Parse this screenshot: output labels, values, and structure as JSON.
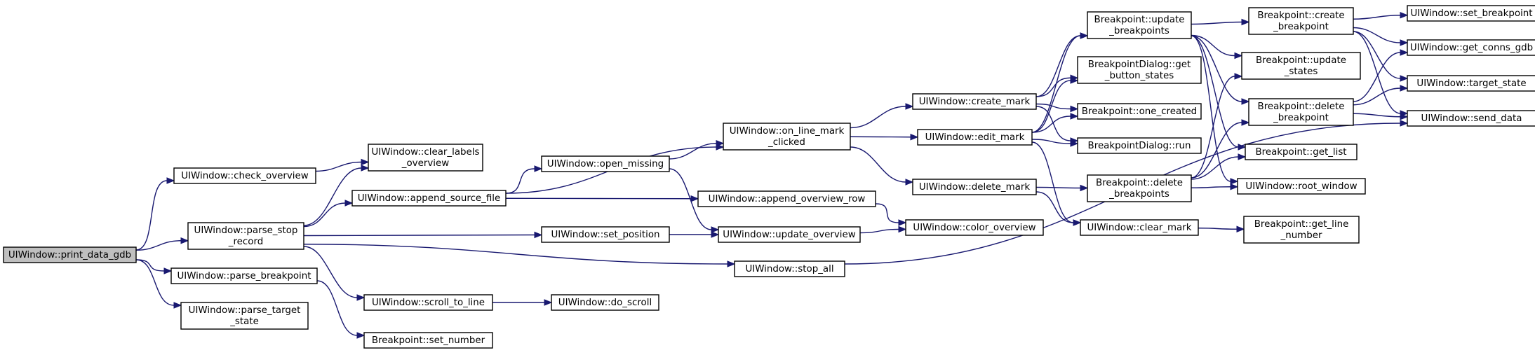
{
  "graph": {
    "colors": {
      "edge": "#191970",
      "root_fill": "#bfbfbf",
      "node_fill": "#ffffff",
      "border": "#000000"
    },
    "nodes": [
      {
        "id": "print_data_gdb",
        "lines": [
          "UIWindow::print_data_gdb"
        ],
        "root": true
      },
      {
        "id": "check_overview",
        "lines": [
          "UIWindow::check_overview"
        ]
      },
      {
        "id": "parse_stop_record",
        "lines": [
          "UIWindow::parse_stop",
          "_record"
        ]
      },
      {
        "id": "parse_breakpoint",
        "lines": [
          "UIWindow::parse_breakpoint"
        ]
      },
      {
        "id": "parse_target_state",
        "lines": [
          "UIWindow::parse_target",
          "_state"
        ]
      },
      {
        "id": "clear_labels_overview",
        "lines": [
          "UIWindow::clear_labels",
          "_overview"
        ]
      },
      {
        "id": "append_source_file",
        "lines": [
          "UIWindow::append_source_file"
        ]
      },
      {
        "id": "scroll_to_line",
        "lines": [
          "UIWindow::scroll_to_line"
        ]
      },
      {
        "id": "set_number",
        "lines": [
          "Breakpoint::set_number"
        ]
      },
      {
        "id": "open_missing",
        "lines": [
          "UIWindow::open_missing"
        ]
      },
      {
        "id": "set_position",
        "lines": [
          "UIWindow::set_position"
        ]
      },
      {
        "id": "do_scroll",
        "lines": [
          "UIWindow::do_scroll"
        ]
      },
      {
        "id": "on_line_mark_clicked",
        "lines": [
          "UIWindow::on_line_mark",
          "_clicked"
        ]
      },
      {
        "id": "append_overview_row",
        "lines": [
          "UIWindow::append_overview_row"
        ]
      },
      {
        "id": "update_overview",
        "lines": [
          "UIWindow::update_overview"
        ]
      },
      {
        "id": "stop_all",
        "lines": [
          "UIWindow::stop_all"
        ]
      },
      {
        "id": "create_mark",
        "lines": [
          "UIWindow::create_mark"
        ]
      },
      {
        "id": "edit_mark",
        "lines": [
          "UIWindow::edit_mark"
        ]
      },
      {
        "id": "delete_mark",
        "lines": [
          "UIWindow::delete_mark"
        ]
      },
      {
        "id": "color_overview",
        "lines": [
          "UIWindow::color_overview"
        ]
      },
      {
        "id": "update_breakpoints",
        "lines": [
          "Breakpoint::update",
          "_breakpoints"
        ]
      },
      {
        "id": "get_button_states",
        "lines": [
          "BreakpointDialog::get",
          "_button_states"
        ]
      },
      {
        "id": "one_created",
        "lines": [
          "Breakpoint::one_created"
        ]
      },
      {
        "id": "dialog_run",
        "lines": [
          "BreakpointDialog::run"
        ]
      },
      {
        "id": "delete_breakpoints",
        "lines": [
          "Breakpoint::delete",
          "_breakpoints"
        ]
      },
      {
        "id": "clear_mark",
        "lines": [
          "UIWindow::clear_mark"
        ]
      },
      {
        "id": "create_breakpoint",
        "lines": [
          "Breakpoint::create",
          "_breakpoint"
        ]
      },
      {
        "id": "update_states",
        "lines": [
          "Breakpoint::update",
          "_states"
        ]
      },
      {
        "id": "delete_breakpoint",
        "lines": [
          "Breakpoint::delete",
          "_breakpoint"
        ]
      },
      {
        "id": "get_list",
        "lines": [
          "Breakpoint::get_list"
        ]
      },
      {
        "id": "root_window",
        "lines": [
          "UIWindow::root_window"
        ]
      },
      {
        "id": "get_line_number",
        "lines": [
          "Breakpoint::get_line",
          "_number"
        ]
      },
      {
        "id": "set_breakpoint",
        "lines": [
          "UIWindow::set_breakpoint"
        ]
      },
      {
        "id": "get_conns_gdb",
        "lines": [
          "UIWindow::get_conns_gdb"
        ]
      },
      {
        "id": "target_state",
        "lines": [
          "UIWindow::target_state"
        ]
      },
      {
        "id": "send_data",
        "lines": [
          "UIWindow::send_data"
        ]
      }
    ],
    "edges": [
      [
        "print_data_gdb",
        "check_overview"
      ],
      [
        "print_data_gdb",
        "parse_stop_record"
      ],
      [
        "print_data_gdb",
        "parse_breakpoint"
      ],
      [
        "print_data_gdb",
        "parse_target_state"
      ],
      [
        "check_overview",
        "clear_labels_overview"
      ],
      [
        "parse_stop_record",
        "clear_labels_overview"
      ],
      [
        "parse_stop_record",
        "append_source_file"
      ],
      [
        "parse_stop_record",
        "set_position"
      ],
      [
        "parse_stop_record",
        "stop_all"
      ],
      [
        "parse_stop_record",
        "scroll_to_line"
      ],
      [
        "parse_breakpoint",
        "set_number"
      ],
      [
        "append_source_file",
        "open_missing"
      ],
      [
        "append_source_file",
        "on_line_mark_clicked"
      ],
      [
        "append_source_file",
        "append_overview_row"
      ],
      [
        "open_missing",
        "on_line_mark_clicked"
      ],
      [
        "open_missing",
        "update_overview"
      ],
      [
        "set_position",
        "update_overview"
      ],
      [
        "scroll_to_line",
        "do_scroll"
      ],
      [
        "on_line_mark_clicked",
        "create_mark"
      ],
      [
        "on_line_mark_clicked",
        "edit_mark"
      ],
      [
        "on_line_mark_clicked",
        "delete_mark"
      ],
      [
        "append_overview_row",
        "color_overview"
      ],
      [
        "update_overview",
        "color_overview"
      ],
      [
        "stop_all",
        "send_data"
      ],
      [
        "create_mark",
        "update_breakpoints"
      ],
      [
        "create_mark",
        "get_button_states"
      ],
      [
        "create_mark",
        "one_created"
      ],
      [
        "create_mark",
        "dialog_run"
      ],
      [
        "edit_mark",
        "update_breakpoints"
      ],
      [
        "edit_mark",
        "get_button_states"
      ],
      [
        "edit_mark",
        "one_created"
      ],
      [
        "edit_mark",
        "dialog_run"
      ],
      [
        "edit_mark",
        "clear_mark"
      ],
      [
        "delete_mark",
        "delete_breakpoints"
      ],
      [
        "delete_mark",
        "clear_mark"
      ],
      [
        "update_breakpoints",
        "create_breakpoint"
      ],
      [
        "update_breakpoints",
        "update_states"
      ],
      [
        "update_breakpoints",
        "delete_breakpoint"
      ],
      [
        "update_breakpoints",
        "get_list"
      ],
      [
        "update_breakpoints",
        "root_window"
      ],
      [
        "delete_breakpoints",
        "delete_breakpoint"
      ],
      [
        "delete_breakpoints",
        "get_list"
      ],
      [
        "delete_breakpoints",
        "root_window"
      ],
      [
        "delete_breakpoints",
        "update_states"
      ],
      [
        "clear_mark",
        "get_line_number"
      ],
      [
        "create_breakpoint",
        "set_breakpoint"
      ],
      [
        "create_breakpoint",
        "get_conns_gdb"
      ],
      [
        "create_breakpoint",
        "target_state"
      ],
      [
        "create_breakpoint",
        "send_data"
      ],
      [
        "delete_breakpoint",
        "get_conns_gdb"
      ],
      [
        "delete_breakpoint",
        "target_state"
      ],
      [
        "delete_breakpoint",
        "send_data"
      ]
    ]
  }
}
